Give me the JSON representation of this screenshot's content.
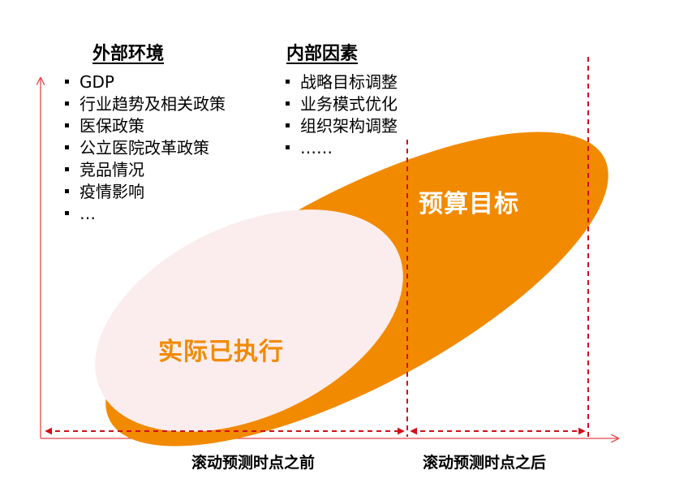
{
  "colors": {
    "accent": "#F28A00",
    "actual_fill": "#FBEDED",
    "axis": "#E8474A",
    "guide": "#D0101A",
    "text": "#000000"
  },
  "external": {
    "heading": "外部环境",
    "items": [
      {
        "label": "GDP"
      },
      {
        "label": "行业趋势及相关政策"
      },
      {
        "label": "医保政策"
      },
      {
        "label": "公立医院改革政策"
      },
      {
        "label": "竞品情况"
      },
      {
        "label": "疫情影响"
      },
      {
        "label": "…"
      }
    ]
  },
  "internal": {
    "heading": "内部因素",
    "items": [
      {
        "label": "战略目标调整"
      },
      {
        "label": "业务模式优化"
      },
      {
        "label": "组织架构调整"
      },
      {
        "label": "……"
      }
    ]
  },
  "ellipses": {
    "budget_label": "预算目标",
    "actual_label": "实际已执行"
  },
  "axis": {
    "before_label": "滚动预测时点之前",
    "after_label": "滚动预测时点之后"
  }
}
